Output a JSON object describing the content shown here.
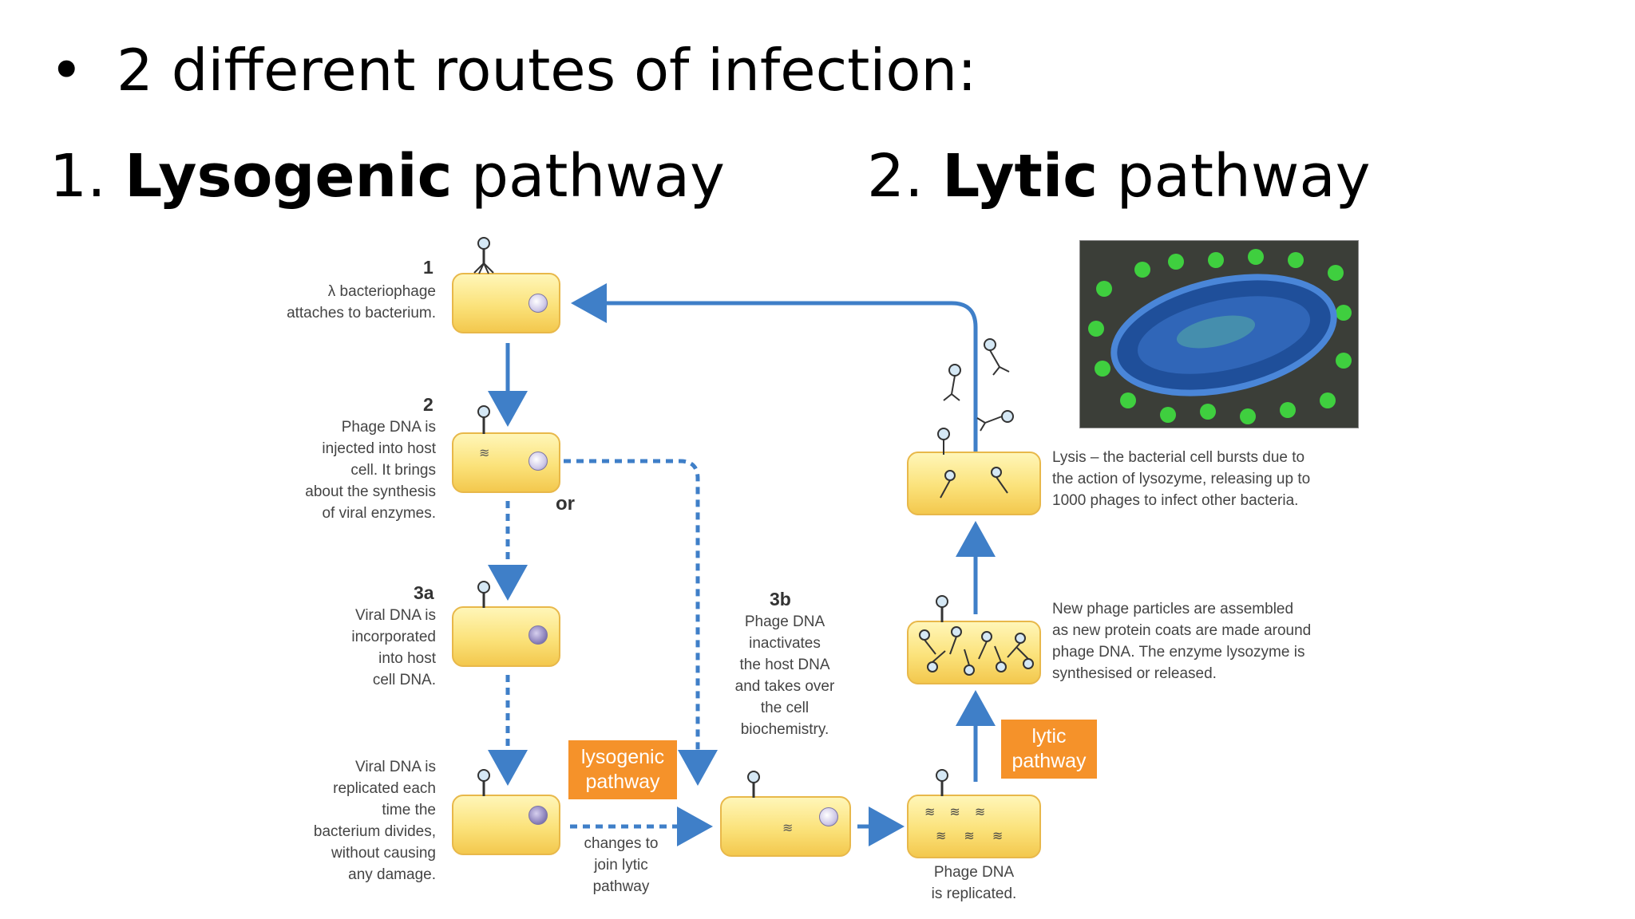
{
  "slide": {
    "bullet_glyph": "•",
    "bullet_text": "2 different routes of infection:",
    "heading_1_number": "1.",
    "heading_1_bold": "Lysogenic",
    "heading_1_rest": "pathway",
    "heading_2_number": "2.",
    "heading_2_bold": "Lytic",
    "heading_2_rest": "pathway"
  },
  "diagram": {
    "step1": {
      "number": "1",
      "line1": "λ bacteriophage",
      "line2": "attaches to bacterium."
    },
    "step2": {
      "number": "2",
      "lines": [
        "Phage DNA is",
        "injected into host",
        "cell. It brings",
        "about the synthesis",
        "of viral enzymes."
      ]
    },
    "or_label": "or",
    "step3a": {
      "number": "3a",
      "lines": [
        "Viral DNA is",
        "incorporated",
        "into host",
        "cell DNA."
      ]
    },
    "step4": {
      "lines": [
        "Viral DNA is",
        "replicated each",
        "time the",
        "bacterium divides,",
        "without causing",
        "any damage."
      ]
    },
    "lysogenic_tag": {
      "line1": "lysogenic",
      "line2": "pathway"
    },
    "changes": {
      "lines": [
        "changes to",
        "join lytic",
        "pathway"
      ]
    },
    "step3b": {
      "number": "3b",
      "lines": [
        "Phage DNA",
        "inactivates",
        "the host DNA",
        "and takes over",
        "the cell",
        "biochemistry."
      ]
    },
    "replicated": {
      "lines": [
        "Phage DNA",
        "is replicated."
      ]
    },
    "lytic_tag": {
      "line1": "lytic",
      "line2": "pathway"
    },
    "assembly": {
      "lines": [
        "New phage particles are assembled",
        "as new protein coats are made around",
        "phage DNA. The enzyme lysozyme is",
        "synthesised or released."
      ]
    },
    "lysis": {
      "lines": [
        "Lysis – the bacterial cell bursts due to",
        "the action of lysozyme, releasing up to",
        "1000 phages to infect other bacteria."
      ]
    }
  },
  "colors": {
    "arrow_blue": "#3f7fc8",
    "tag_orange": "#f5922a",
    "cell_yellow": "#fbe27a",
    "micrograph_green": "#3fcf3f"
  },
  "icons": [
    "bacteriophage-icon",
    "nucleus-icon",
    "phage-dna-icon"
  ]
}
